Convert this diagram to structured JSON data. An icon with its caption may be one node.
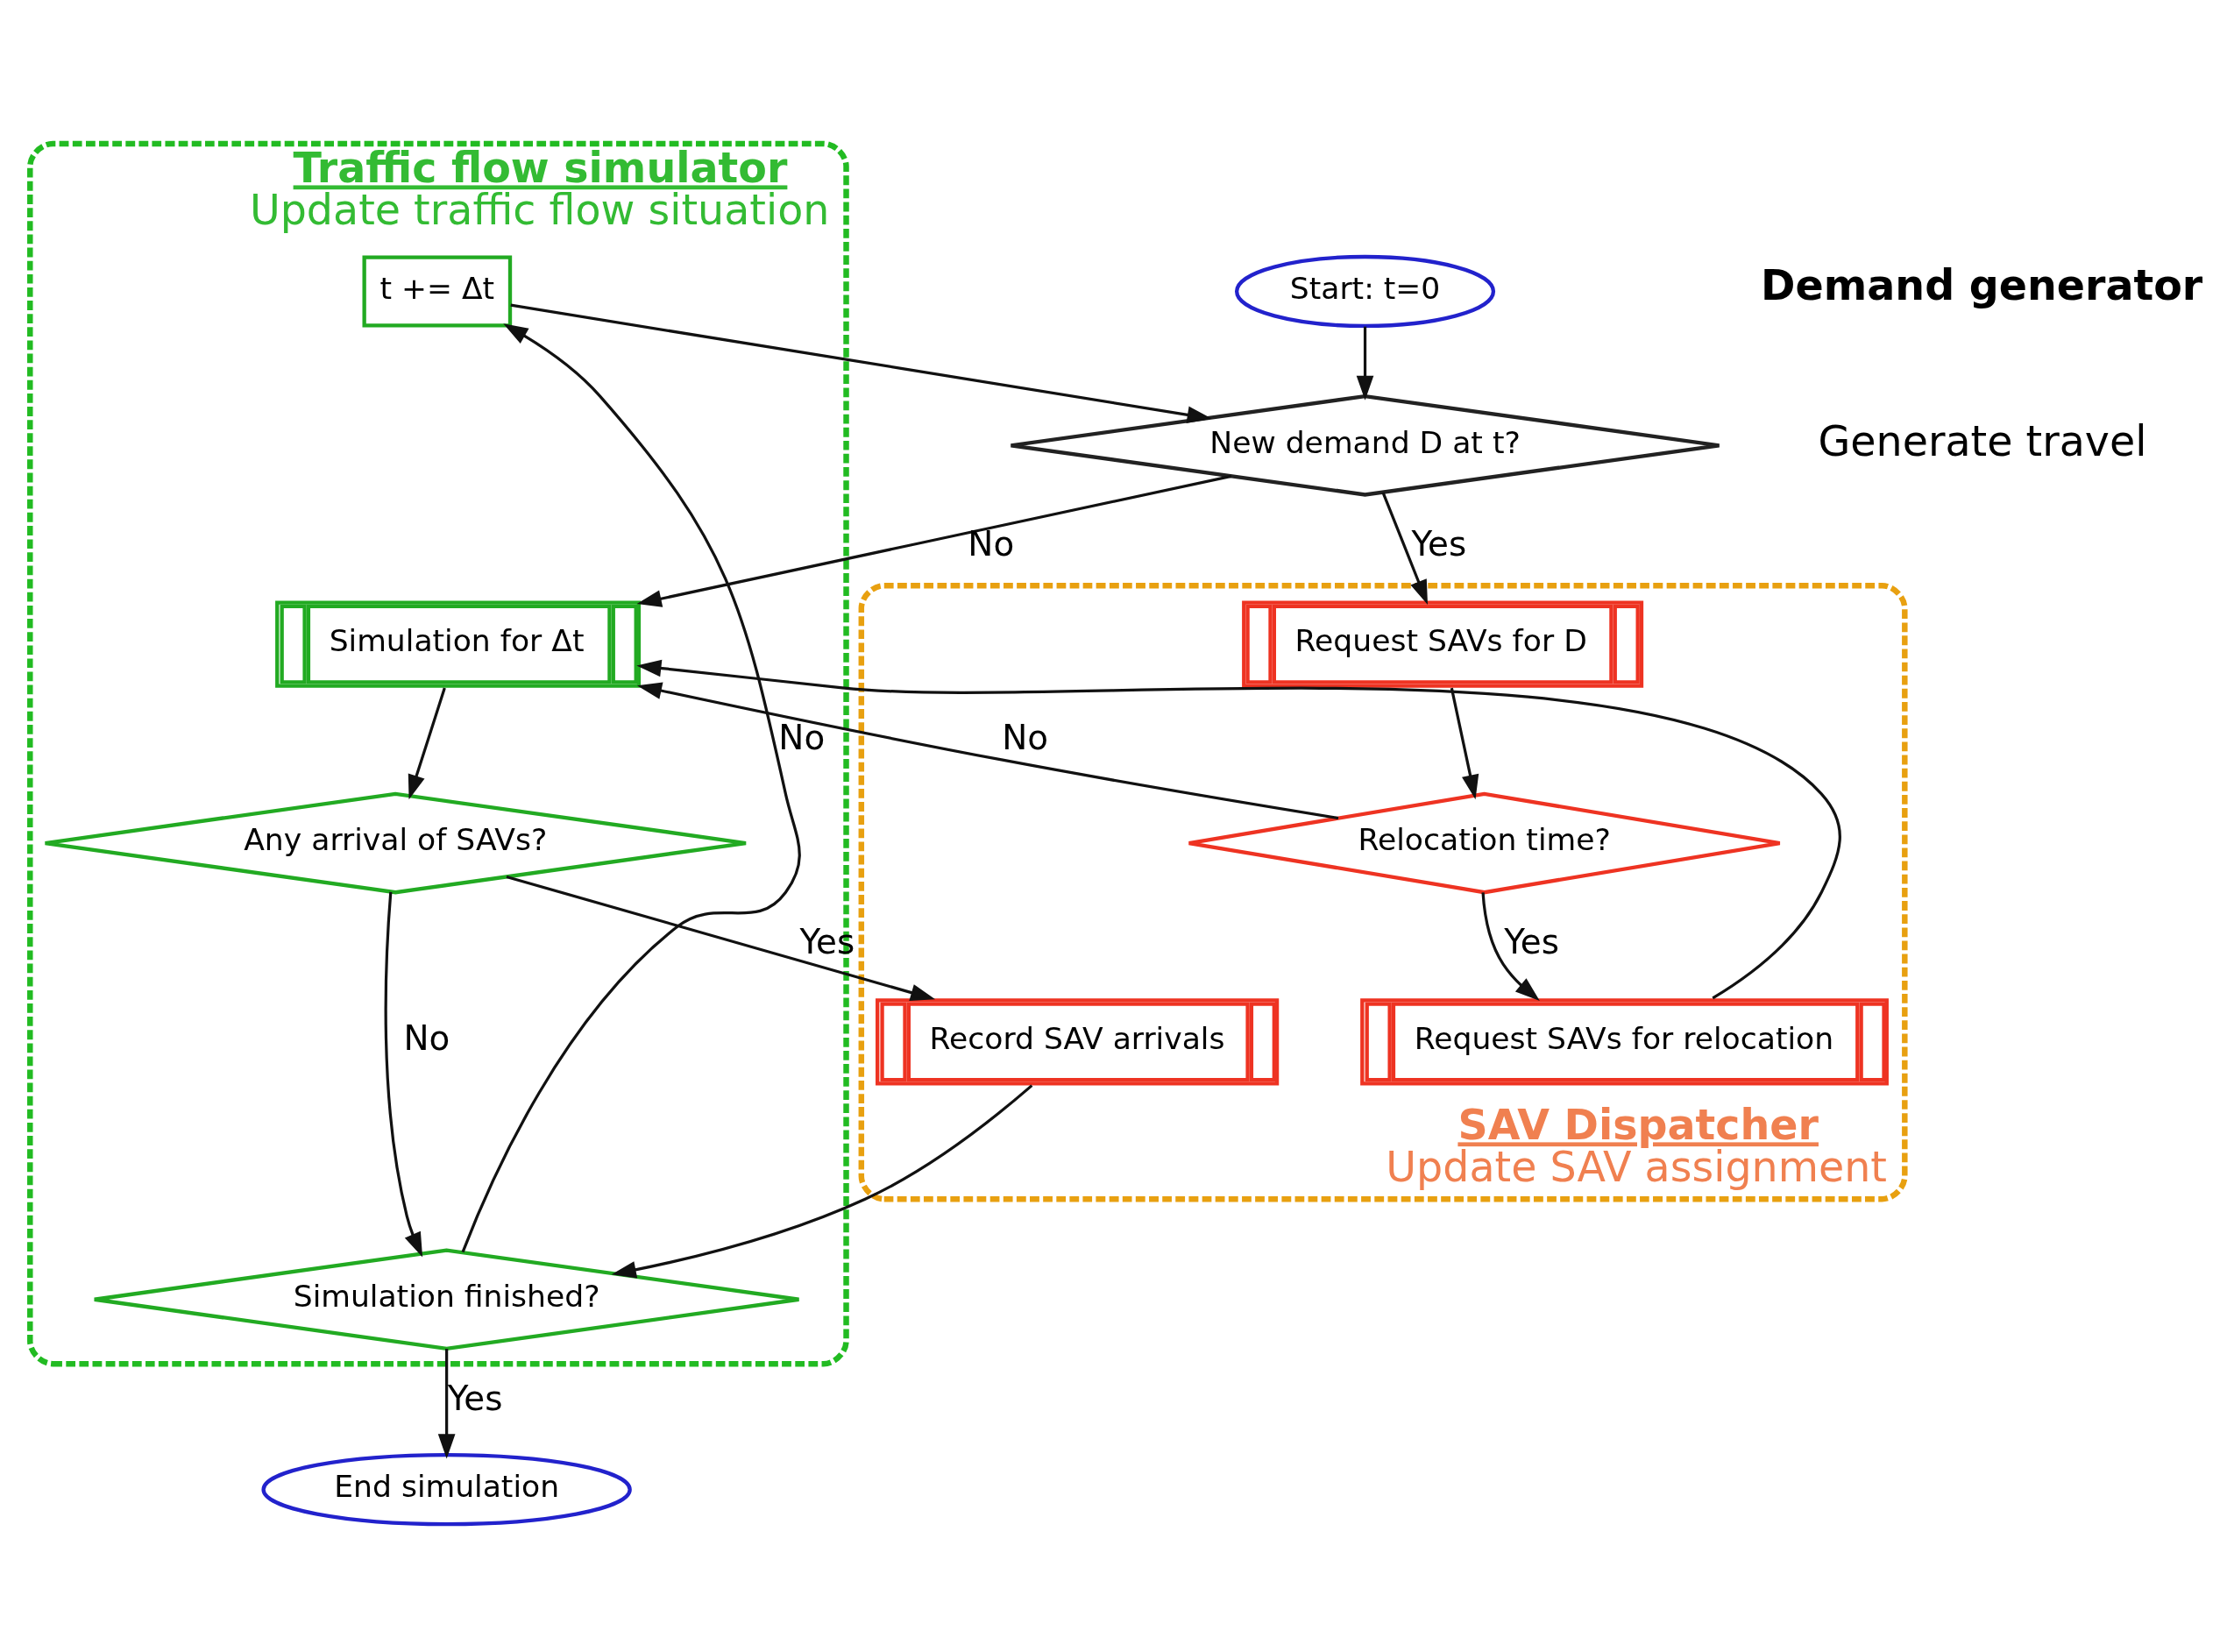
{
  "diagram": {
    "nodes": [
      {
        "text": [
          "Traffic flow simulator",
          "Update traffic flow situation"
        ]
      },
      {
        "text": [
          "SAV Dispatcher",
          "Update SAV assignment"
        ]
      },
      {
        "text": [
          "Start: t=0"
        ]
      },
      {
        "text": [
          "New demand D at t?"
        ]
      },
      {
        "text": [
          "t += Δt"
        ],
        "in": 0
      },
      {
        "text": [
          "Simulation for Δt"
        ],
        "in": 0
      },
      {
        "text": [
          "Any arrival of SAVs?"
        ],
        "in": 0
      },
      {
        "text": [
          "Simulation finished?"
        ],
        "in": 0
      },
      {
        "text": [
          "Request SAVs for D"
        ],
        "in": 1
      },
      {
        "text": [
          "Relocation time?"
        ],
        "in": 1
      },
      {
        "text": [
          "Request SAVs for relocation"
        ],
        "in": 1
      },
      {
        "text": [
          "Record SAV arrivals"
        ],
        "in": 1
      },
      {
        "text": [
          "End simulation"
        ]
      }
    ],
    "edges": [
      {
        "from": 2,
        "to": 3,
        "arrow": "to"
      },
      {
        "from": 3,
        "to": 8,
        "label": "Yes",
        "arrow": "to"
      },
      {
        "from": 3,
        "to": 5,
        "label": "No",
        "arrow": "to"
      },
      {
        "from": 5,
        "to": 6,
        "arrow": "to"
      },
      {
        "from": 6,
        "to": 11,
        "label": "Yes",
        "arrow": "to"
      },
      {
        "from": 6,
        "to": 7,
        "label": "No",
        "arrow": "to"
      },
      {
        "from": 11,
        "to": 7,
        "arrow": "to"
      },
      {
        "from": 7,
        "to": 4,
        "label": "No",
        "arrow": "to"
      },
      {
        "from": 4,
        "to": 3,
        "arrow": "to"
      },
      {
        "from": 7,
        "to": 12,
        "label": "Yes",
        "arrow": "to"
      },
      {
        "from": 8,
        "to": 9,
        "arrow": "to"
      },
      {
        "from": 9,
        "to": 10,
        "label": "Yes",
        "arrow": "to"
      },
      {
        "from": 9,
        "to": 5,
        "label": "No",
        "arrow": "to"
      },
      {
        "from": 10,
        "to": 5,
        "arrow": "to"
      }
    ],
    "labels": [
      "Demand generator",
      "Generate travel"
    ]
  }
}
